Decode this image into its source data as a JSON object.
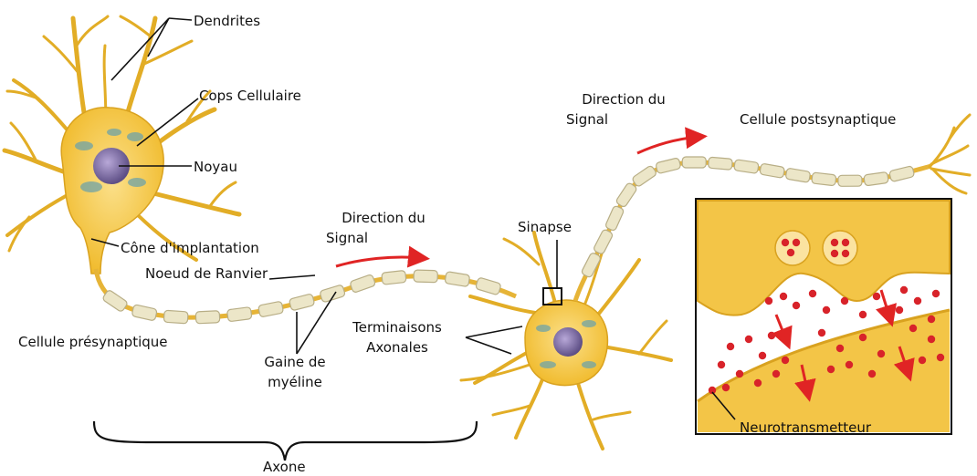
{
  "labels": {
    "dendrites": "Dendrites",
    "cell_body": "Cops Cellulaire",
    "nucleus": "Noyau",
    "axon_hillock": "Cône d'implantation",
    "node_ranvier": "Noeud de Ranvier",
    "presynaptic_cell": "Cellule présynaptique",
    "myelin_line1": "Gaine de",
    "myelin_line2": "myéline",
    "axon": "Axone",
    "direction_left_line1": "Direction du",
    "direction_left_line2": "Signal",
    "direction_right_line1": "Direction du",
    "direction_right_line2": "Signal",
    "postsynaptic_cell": "Cellule postsynaptique",
    "synapse": "Sinapse",
    "terminals_line1": "Terminaisons",
    "terminals_line2": "Axonales",
    "neurotransmitter": "Neurotransmetteur"
  },
  "colors": {
    "cell_fill": "#f4c23a",
    "cell_light": "#f9dc7a",
    "dendrite_stroke": "#d9a520",
    "myelin_fill": "#ece6c8",
    "myelin_stroke": "#b8ae86",
    "nucleus": "#7d6ea0",
    "signal_arrow": "#e02424",
    "vesicle": "#d8232a",
    "line": "#111111"
  }
}
